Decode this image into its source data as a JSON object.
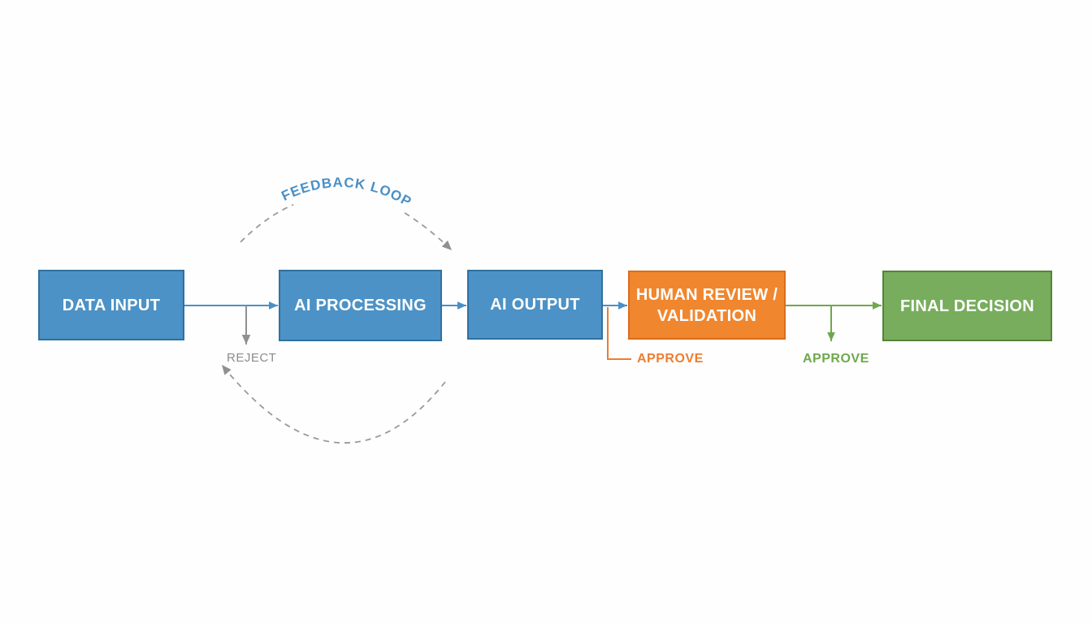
{
  "diagram": {
    "nodes": [
      {
        "id": "data-input",
        "label": "DATA INPUT",
        "fill": "#4C92C6",
        "border": "#30719F",
        "text_color": "#FFFFFF"
      },
      {
        "id": "ai-processing",
        "label": "AI PROCESSING",
        "fill": "#4C92C6",
        "border": "#30719F",
        "text_color": "#FFFFFF"
      },
      {
        "id": "ai-output",
        "label": "AI OUTPUT",
        "fill": "#4C92C6",
        "border": "#30719F",
        "text_color": "#FFFFFF"
      },
      {
        "id": "human-review",
        "label": "HUMAN REVIEW / VALIDATION",
        "fill": "#F0862E",
        "border": "#DB6D1E",
        "text_color": "#FFFFFF"
      },
      {
        "id": "final-decision",
        "label": "FINAL DECISION",
        "fill": "#77AD5D",
        "border": "#55833A",
        "text_color": "#FFFFFF"
      }
    ],
    "annotations": {
      "feedback_loop": "FEEDBACK LOOP",
      "reject": "REJECT",
      "approve_after_output": "APPROVE",
      "approve_after_review": "APPROVE"
    },
    "edges": [
      {
        "from": "data-input",
        "to": "ai-processing",
        "color": "#4A90C6",
        "style": "solid-arrow"
      },
      {
        "from": "ai-processing",
        "to": "ai-output",
        "color": "#4A90C6",
        "style": "solid-arrow"
      },
      {
        "from": "ai-output",
        "to": "human-review",
        "color": "#4A90C6",
        "style": "solid-arrow"
      },
      {
        "from": "human-review",
        "to": "final-decision",
        "color": "#6FA84C",
        "style": "solid-arrow"
      },
      {
        "from": "ai-output",
        "to": "data-input",
        "color": "#9A9A9A",
        "style": "dashed-curved-loop"
      }
    ],
    "colors": {
      "connector_blue": "#4A90C6",
      "connector_green": "#6FA84C",
      "connector_gray": "#909090",
      "loop_dash_gray": "#9A9A9A",
      "feedback_text": "#4A90C6",
      "reject_text": "#8C8C8C",
      "approve_orange": "#ED7D31",
      "approve_green": "#6FA84C"
    }
  }
}
